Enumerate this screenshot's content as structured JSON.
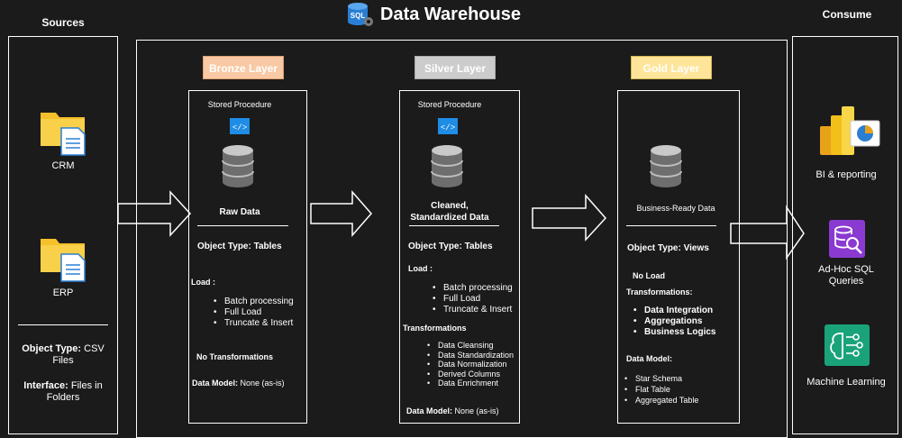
{
  "header": {
    "title": "Data Warehouse",
    "sql_icon_text": "SQL",
    "sources_label": "Sources",
    "consume_label": "Consume"
  },
  "sources": {
    "crm_label": "CRM",
    "erp_label": "ERP",
    "object_type_key": "Object Type:",
    "object_type_value": "CSV",
    "object_type_value2": "Files",
    "interface_key": "Interface:",
    "interface_value": "Files in",
    "interface_value2": "Folders"
  },
  "bronze": {
    "tag": "Bronze Layer",
    "tag_color": "#f8c9a4",
    "stored_procedure": "Stored Procedure",
    "data_label": "Raw Data",
    "object_type_key": "Object Type:",
    "object_type_value": "Tables",
    "load_label": "Load :",
    "load_items": [
      "Batch processing",
      "Full Load",
      "Truncate & Insert"
    ],
    "transformations": "No Transformations",
    "data_model_key": "Data Model:",
    "data_model_value": "None (as-is)"
  },
  "silver": {
    "tag": "Silver Layer",
    "tag_color": "#cccccc",
    "stored_procedure": "Stored Procedure",
    "data_label_1": "Cleaned,",
    "data_label_2": "Standardized Data",
    "object_type_key": "Object Type:",
    "object_type_value": "Tables",
    "load_label": "Load :",
    "load_items": [
      "Batch processing",
      "Full Load",
      "Truncate & Insert"
    ],
    "transformations_label": "Transformations",
    "transformation_items": [
      "Data Cleansing",
      "Data Standardization",
      "Data Normalization",
      "Derived Columns",
      "Data Enrichment"
    ],
    "data_model_key": "Data Model:",
    "data_model_value": "None (as-is)"
  },
  "gold": {
    "tag": "Gold Layer",
    "tag_color": "#ffe59a",
    "data_label": "Business-Ready Data",
    "object_type_key": "Object Type:",
    "object_type_value": "Views",
    "no_load": "No Load",
    "transformations_label": "Transformations:",
    "transformation_items": [
      "Data Integration",
      "Aggregations",
      "Business Logics"
    ],
    "data_model_label": "Data Model:",
    "data_model_items": [
      "Star Schema",
      "Flat Table",
      "Aggregated Table"
    ]
  },
  "consume": {
    "items": [
      {
        "label": "BI & reporting",
        "icon": "power-bi-icon"
      },
      {
        "label": "Ad-Hoc SQL",
        "label2": "Queries",
        "icon": "sql-query-icon"
      },
      {
        "label": "Machine Learning",
        "icon": "machine-learning-icon"
      }
    ]
  },
  "colors": {
    "background": "#1b1b1b",
    "border": "#ffffff",
    "sql_blue": "#2a7fd4",
    "folder_yellow": "#f5c02a",
    "proc_blue": "#1f8ce6",
    "ml_green": "#1aa37a",
    "query_purple": "#8b3ad1"
  }
}
